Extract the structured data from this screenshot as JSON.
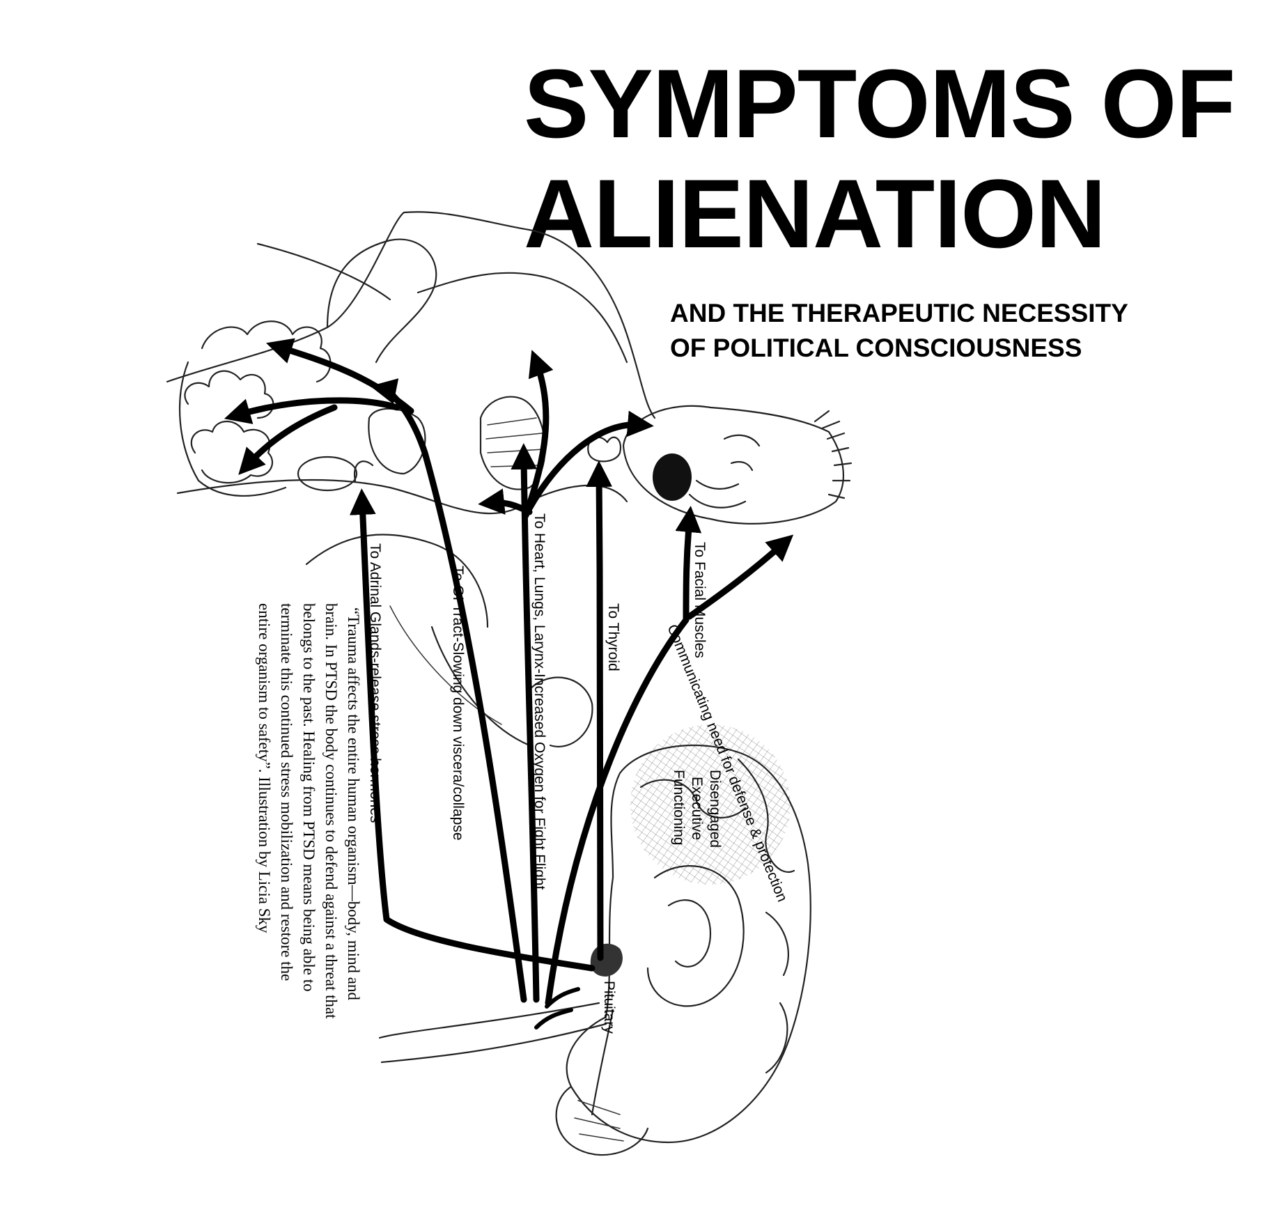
{
  "title_lines": [
    "SYMPTOMS OF",
    "ALIENATION"
  ],
  "subtitle_lines": [
    "AND THE THERAPEUTIC NECESSITY",
    "OF POLITICAL CONSCIOUSNESS"
  ],
  "labels": {
    "adrenal": "To Adrinal Glands-release stress hormones",
    "gi_tract": "To GI Tract-Slowing down viscera/collapse",
    "heart_lungs": "To Heart, Lungs, Larynx-Increased Oxygen for Fight Flight",
    "thyroid": "To Thyroid",
    "facial": "To Facial Muscles",
    "communicating": "Communicating need for defense & protection",
    "exec_line1": "Disengaged",
    "exec_line2": "Executive",
    "exec_line3": "Functioning",
    "pituitary": "Pituitary"
  },
  "quote_lines": [
    "“Trauma affects the entire human organism—body, mind and",
    "brain. In PTSD the body continues to defend against a threat that",
    "belongs to the past. Healing from PTSD means being able to",
    "terminate this continued stress mobilization and restore the",
    "entire organism to safety”. Illustration by Licia Sky"
  ]
}
